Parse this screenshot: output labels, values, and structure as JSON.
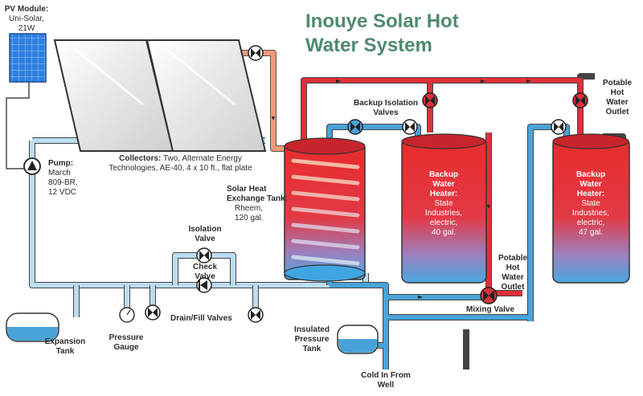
{
  "title": {
    "line1": "Inouye Solar Hot",
    "line2": "Water System"
  },
  "colors": {
    "hot": "#e0303a",
    "cold": "#4aa3d8",
    "warm": "#f09a78",
    "title": "#4f8a6d",
    "pipe_light": "#bcdcf0",
    "valve": "#222222"
  },
  "labels": {
    "pv_module": {
      "head": "PV Module:",
      "line1": "Uni-Solar,",
      "line2": "21W"
    },
    "pump": {
      "head": "Pump:",
      "line1": "March",
      "line2": "809-BR,",
      "line3": "12 VDC"
    },
    "collectors": {
      "head": "Collectors:",
      "text1": "Two, Alternate Energy",
      "line2": "Technologies, AE-40, 4 x 10 ft., flat plate"
    },
    "solar_tank": {
      "head1": "Solar Heat",
      "head2": "Exchange Tank:",
      "line1": "Rheem,",
      "line2": "120 gal."
    },
    "backup_isolation": {
      "line1": "Backup Isolation",
      "line2": "Valves"
    },
    "isolation_valve": {
      "line1": "Isolation",
      "line2": "Valve"
    },
    "check_valve": {
      "line1": "Check",
      "line2": "Valve"
    },
    "drain_fill": "Drain/Fill Valves",
    "expansion_tank": {
      "line1": "Expansion",
      "line2": "Tank"
    },
    "pressure_gauge": {
      "line1": "Pressure",
      "line2": "Gauge"
    },
    "insulated_tank": {
      "line1": "Insulated",
      "line2": "Pressure",
      "line3": "Tank"
    },
    "cold_in": {
      "line1": "Cold In From",
      "line2": "Well"
    },
    "backup_heater_1": {
      "head1": "Backup",
      "head2": "Water",
      "head3": "Heater:",
      "line1": "State",
      "line2": "Industries,",
      "line3": "electric,",
      "line4": "40 gal."
    },
    "backup_heater_2": {
      "head1": "Backup",
      "head2": "Water",
      "head3": "Heater:",
      "line1": "State",
      "line2": "Industries,",
      "line3": "electric,",
      "line4": "47 gal."
    },
    "mixing_valve": "Mixing Valve",
    "potable_outlet_mid": {
      "line1": "Potable",
      "line2": "Hot",
      "line3": "Water",
      "line4": "Outlet"
    },
    "potable_outlet_right": {
      "line1": "Potable",
      "line2": "Hot",
      "line3": "Water",
      "line4": "Outlet"
    }
  }
}
